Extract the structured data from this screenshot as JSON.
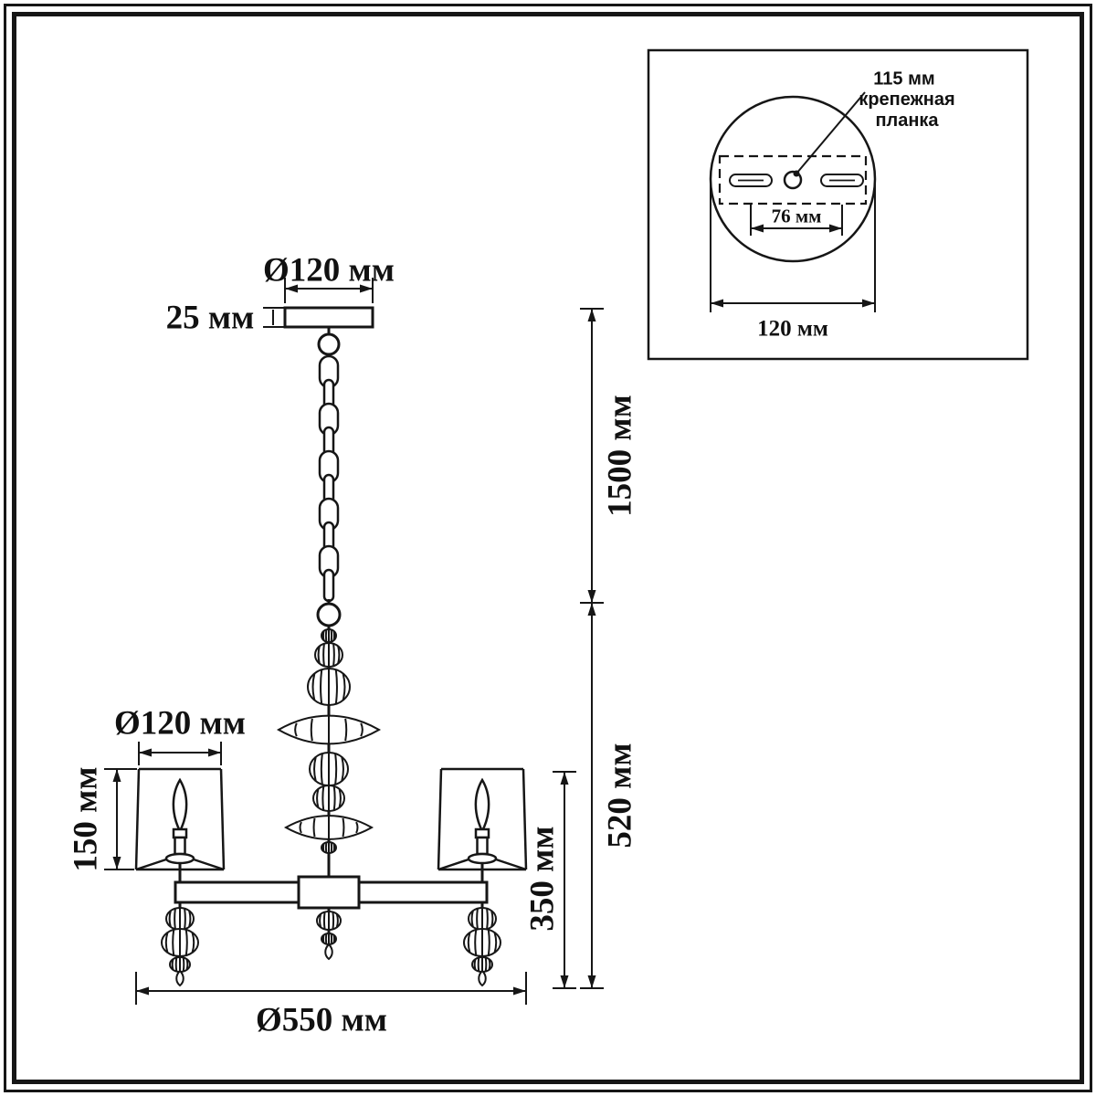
{
  "labels": {
    "canopy_diameter": "Ø120 мм",
    "canopy_height": "25 мм",
    "suspension_length": "1500 мм",
    "lower_section_height": "520 мм",
    "body_height": "350 мм",
    "shade_height": "150 мм",
    "shade_diameter": "Ø120 мм",
    "overall_diameter": "Ø550 мм"
  },
  "inset": {
    "bracket_length": "115 мм",
    "bracket_name": "крепежная планка",
    "slot_spacing": "76 мм",
    "plate_diameter": "120 мм"
  },
  "colors": {
    "line": "#161616",
    "background": "#ffffff"
  }
}
